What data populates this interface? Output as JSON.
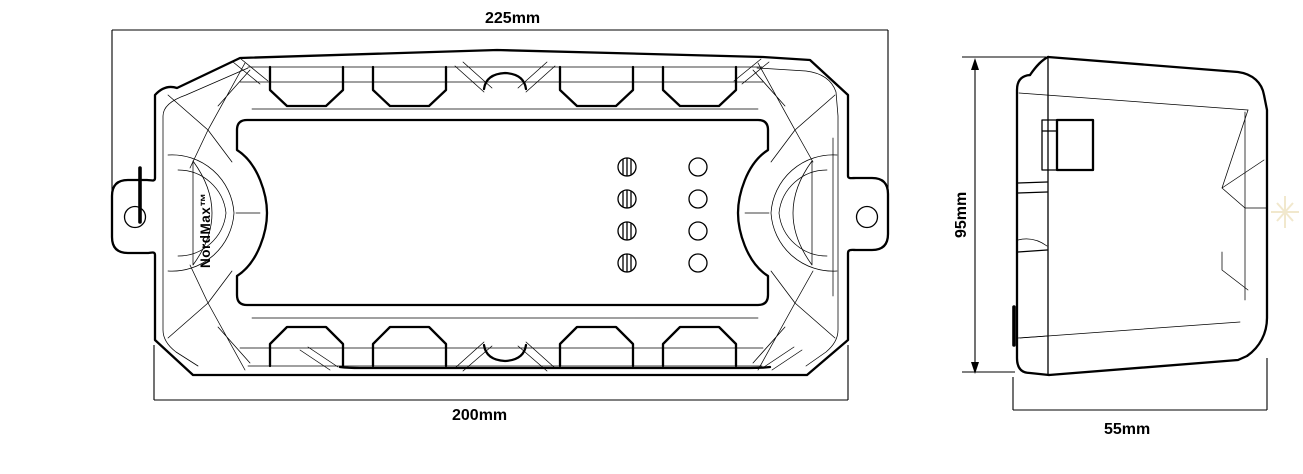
{
  "drawing": {
    "type": "technical-2-view-enclosure-drawing",
    "line_color": "#000000",
    "background": "#ffffff",
    "front_view": {
      "name": "front view of enclosure",
      "brand": "NordMax™",
      "dim_top_width": "225mm",
      "dim_bottom_width": "200mm",
      "screw_count": 4,
      "indicator_count": 4,
      "mounting_holes": 2
    },
    "side_view": {
      "name": "side profile view",
      "dim_height": "95mm",
      "dim_depth": "55mm"
    }
  }
}
